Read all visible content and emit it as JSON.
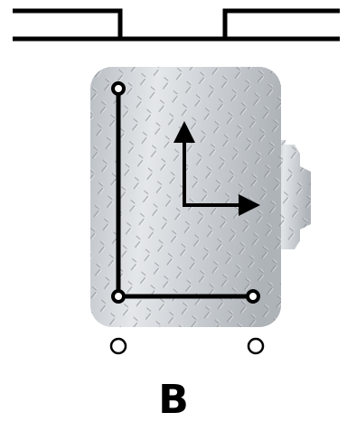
{
  "figure": {
    "label": "B",
    "colors": {
      "line": "#000000",
      "plate_base": "#c9cdd1",
      "plate_light": "#eef0f2",
      "plate_dark": "#8e949a",
      "background": "#ffffff"
    },
    "icons": [
      "rail-track",
      "tread-plate-panel",
      "mounting-flange",
      "axis-arrows",
      "support-points"
    ]
  }
}
